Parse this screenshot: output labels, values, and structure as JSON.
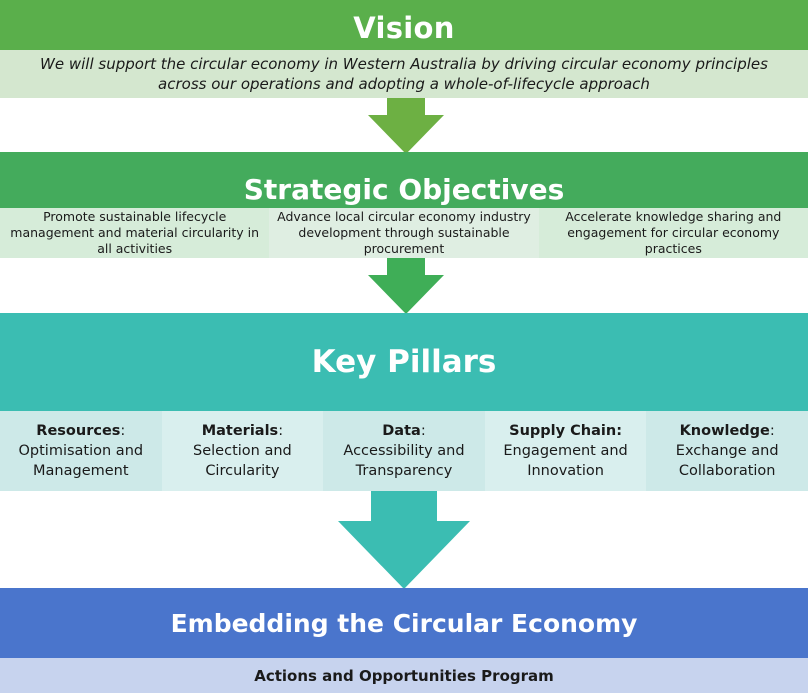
{
  "vision": {
    "title": "Vision",
    "statement": "We will support the circular economy in Western Australia by driving circular economy principles across our operations and adopting a whole-of-lifecycle approach"
  },
  "strategic_objectives": {
    "title": "Strategic Objectives",
    "items": [
      "Promote sustainable lifecycle management and material circularity in all activities",
      "Advance local circular economy industry development through sustainable procurement",
      "Accelerate knowledge sharing and engagement for circular economy practices"
    ]
  },
  "key_pillars": {
    "title": "Key Pillars",
    "items": [
      {
        "name": "Resources",
        "suffix": ":",
        "line1": "Optimisation and",
        "line2": "Management"
      },
      {
        "name": "Materials",
        "suffix": ":",
        "line1": "Selection and",
        "line2": "Circularity"
      },
      {
        "name": "Data",
        "suffix": ":",
        "line1": "Accessibility and",
        "line2": "Transparency"
      },
      {
        "name": "Supply Chain:",
        "suffix": "",
        "line1": "Engagement and",
        "line2": "Innovation"
      },
      {
        "name": "Knowledge",
        "suffix": ":",
        "line1": "Exchange and",
        "line2": "Collaboration"
      }
    ]
  },
  "embedding": {
    "title": "Embedding the Circular Economy",
    "subtitle": "Actions and Opportunities Program"
  },
  "colors": {
    "vision": "#5aaf4b",
    "strategic": "#44ab5c",
    "pillars": "#3bbdb2",
    "embedding": "#4a75cc"
  }
}
